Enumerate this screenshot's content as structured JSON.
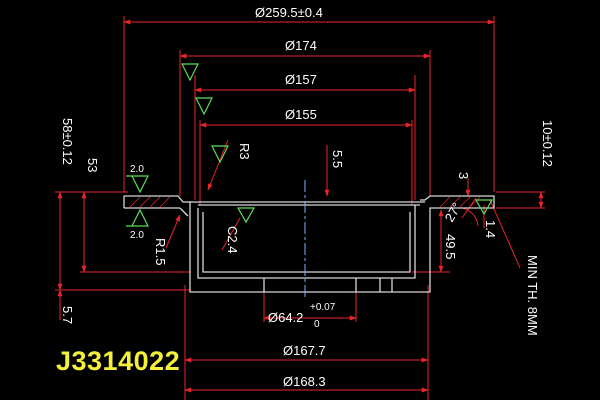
{
  "part_code": "J3314022",
  "colors": {
    "background": "#000000",
    "dimension_line": "#e8242b",
    "outline": "#d8d8d8",
    "hidden_line": "#7fb2ff",
    "text": "#ffffff",
    "part_code": "#f5f03a",
    "symbol": "#5adf5a"
  },
  "dimensions": {
    "outer_diameter": "Ø259.5±0.4",
    "d174": "Ø174",
    "d157": "Ø157",
    "d155": "Ø155",
    "d64": "Ø64.2",
    "d64_tol_upper": "+0.07",
    "d64_tol_lower": "0",
    "d167": "Ø167.7",
    "d168": "Ø168.3",
    "height_total": "58±0.12",
    "height_53": "53",
    "height_57": "5.7",
    "thickness": "10±0.12",
    "r3": "R3",
    "v55": "5.5",
    "v3": "3",
    "v27": "27°",
    "v14": "1.4",
    "v495": "49.5",
    "min_thickness": "MIN TH. 8MM",
    "c24": "C2.4",
    "r15": "R1.5",
    "roughness_top": "2.0",
    "roughness_bottom": "2.0"
  }
}
